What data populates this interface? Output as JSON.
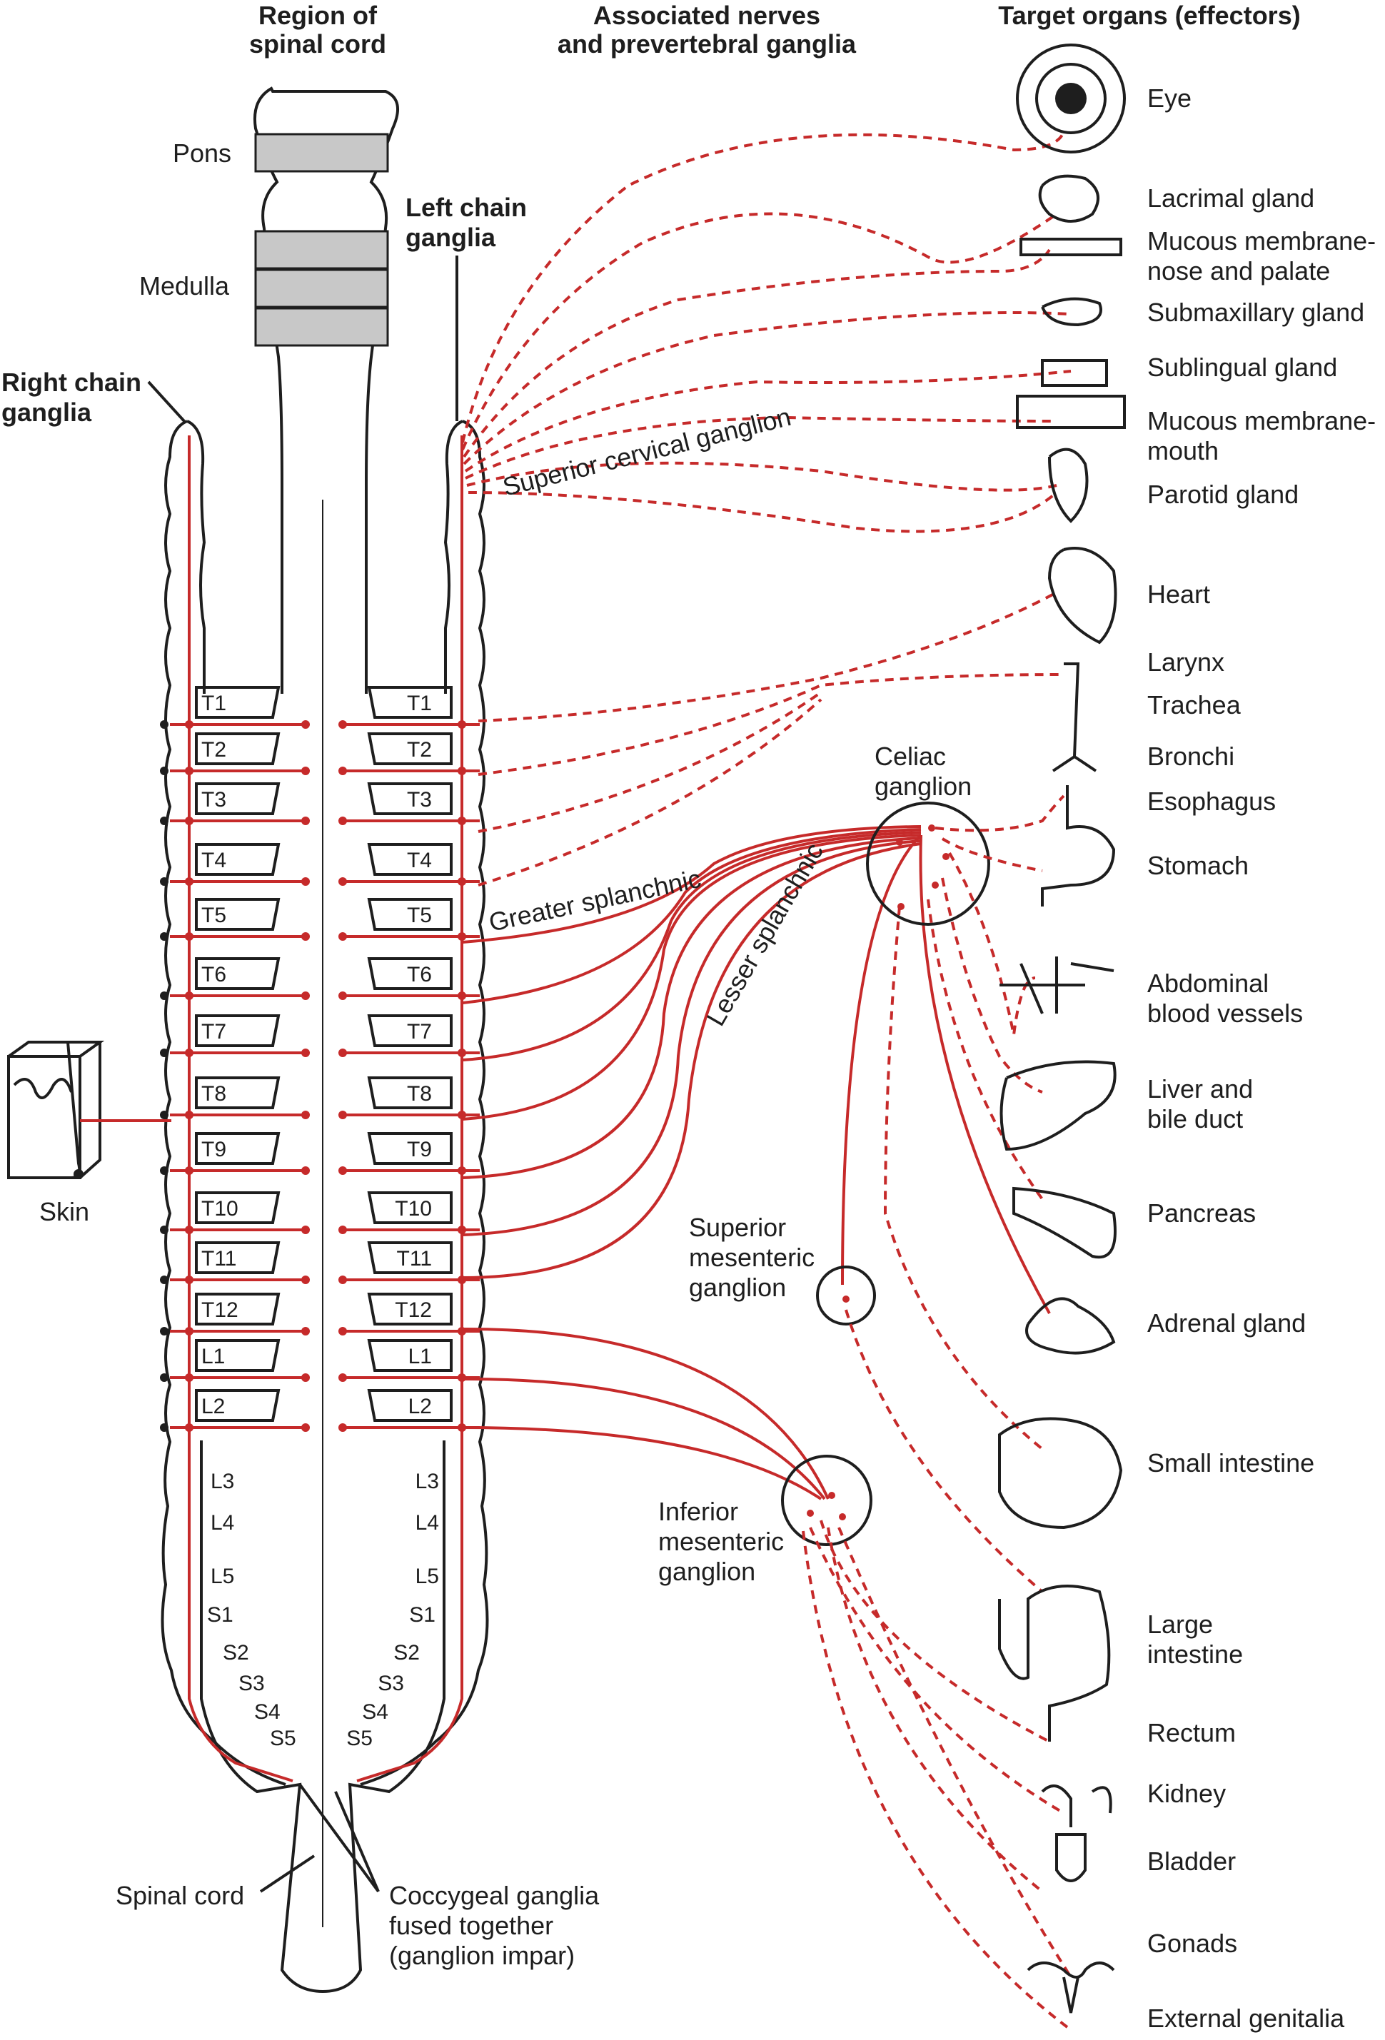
{
  "headers": {
    "region": [
      "Region of",
      "spinal cord"
    ],
    "nerves": [
      "Associated nerves",
      "and prevertebral ganglia"
    ],
    "targets": "Target organs (effectors)"
  },
  "brain_labels": {
    "pons": "Pons",
    "medulla": "Medulla"
  },
  "chain_labels": {
    "left": [
      "Left chain",
      "ganglia"
    ],
    "right": [
      "Right chain",
      "ganglia"
    ]
  },
  "nerve_labels": {
    "superior_cervical": "Superior cervical ganglion",
    "greater_splanchnic": "Greater splanchnic",
    "lesser_splanchnic": "Lesser splanchnic",
    "celiac": [
      "Celiac",
      "ganglion"
    ],
    "superior_mesenteric": [
      "Superior",
      "mesenteric",
      "ganglion"
    ],
    "inferior_mesenteric": [
      "Inferior",
      "mesenteric",
      "ganglion"
    ]
  },
  "segments_left": [
    "T1",
    "T2",
    "T3",
    "T4",
    "T5",
    "T6",
    "T7",
    "T8",
    "T9",
    "T10",
    "T11",
    "T12",
    "L1",
    "L2",
    "L3",
    "L4",
    "L5",
    "S1",
    "S2",
    "S3",
    "S4",
    "S5"
  ],
  "segments_right": [
    "T1",
    "T2",
    "T3",
    "T4",
    "T5",
    "T6",
    "T7",
    "T8",
    "T9",
    "T10",
    "T11",
    "T12",
    "L1",
    "L2",
    "L3",
    "L4",
    "L5",
    "S1",
    "S2",
    "S3",
    "S4",
    "S5"
  ],
  "misc_labels": {
    "skin": "Skin",
    "spinal_cord": "Spinal cord",
    "coccygeal": [
      "Coccygeal ganglia",
      "fused together",
      "(ganglion impar)"
    ]
  },
  "targets": [
    [
      "Eye"
    ],
    [
      "Lacrimal gland"
    ],
    [
      "Mucous membrane-",
      "nose and palate"
    ],
    [
      "Submaxillary gland"
    ],
    [
      "Sublingual gland"
    ],
    [
      "Mucous membrane-",
      "mouth"
    ],
    [
      "Parotid gland"
    ],
    [
      "Heart"
    ],
    [
      "Larynx"
    ],
    [
      "Trachea"
    ],
    [
      "Bronchi"
    ],
    [
      "Esophagus"
    ],
    [
      "Stomach"
    ],
    [
      "Abdominal",
      "blood vessels"
    ],
    [
      "Liver and",
      "bile duct"
    ],
    [
      "Pancreas"
    ],
    [
      "Adrenal gland"
    ],
    [
      "Small intestine"
    ],
    [
      "Large",
      "intestine"
    ],
    [
      "Rectum"
    ],
    [
      "Kidney"
    ],
    [
      "Bladder"
    ],
    [
      "Gonads"
    ],
    [
      "External genitalia"
    ]
  ],
  "colors": {
    "ink": "#1e1e1e",
    "nerve": "#c62a2a",
    "brainstem_band": "#c8c8c8"
  }
}
